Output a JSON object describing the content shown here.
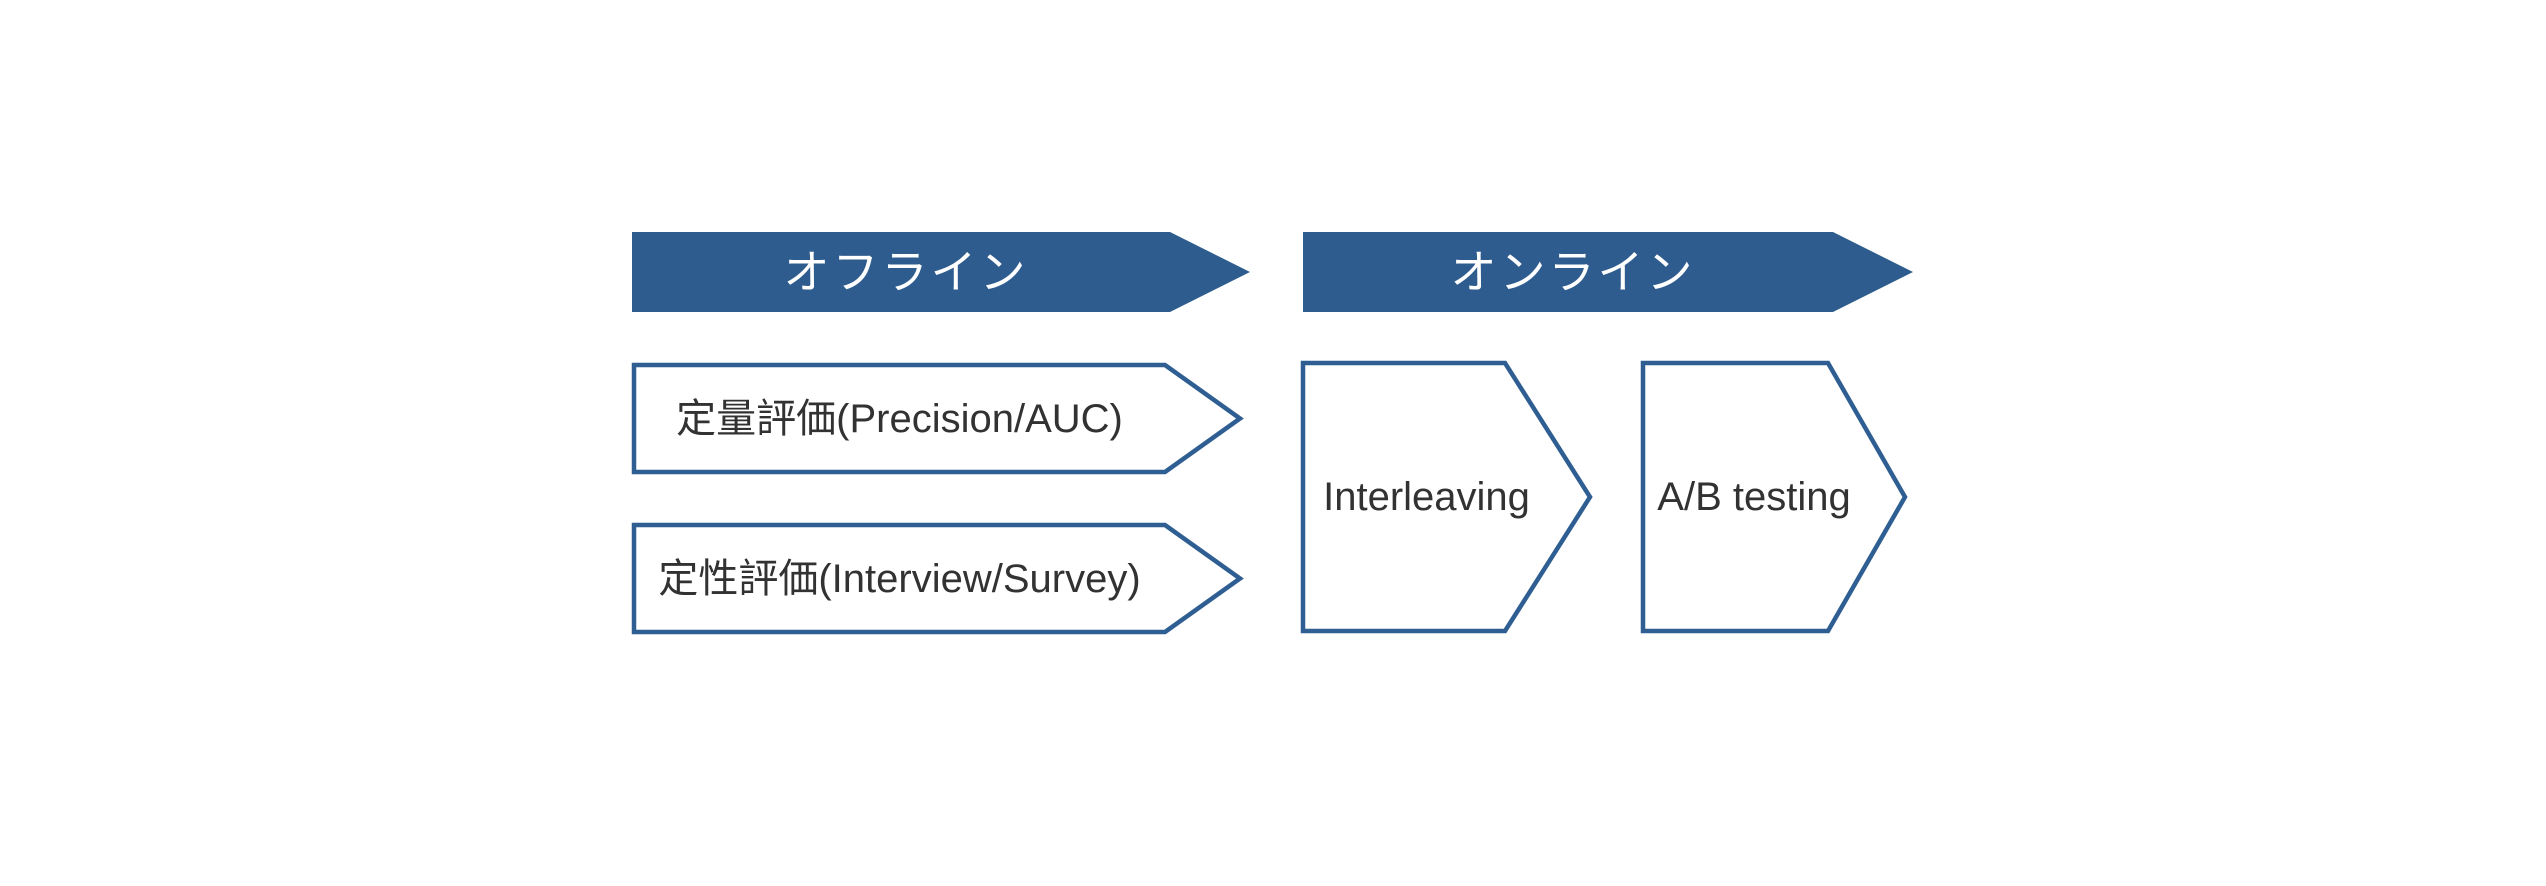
{
  "diagram": {
    "banners": {
      "offline": "オフライン",
      "online": "オンライン"
    },
    "offline_methods": {
      "quantitative": "定量評価(Precision/AUC)",
      "qualitative": "定性評価(Interview/Survey)"
    },
    "online_methods": {
      "interleaving": "Interleaving",
      "ab_testing": "A/B testing"
    },
    "colors": {
      "banner_fill": "#2e5c8e",
      "shape_outline": "#2f5f92",
      "banner_text": "#ffffff",
      "label_text": "#323232",
      "background": "#ffffff"
    }
  }
}
